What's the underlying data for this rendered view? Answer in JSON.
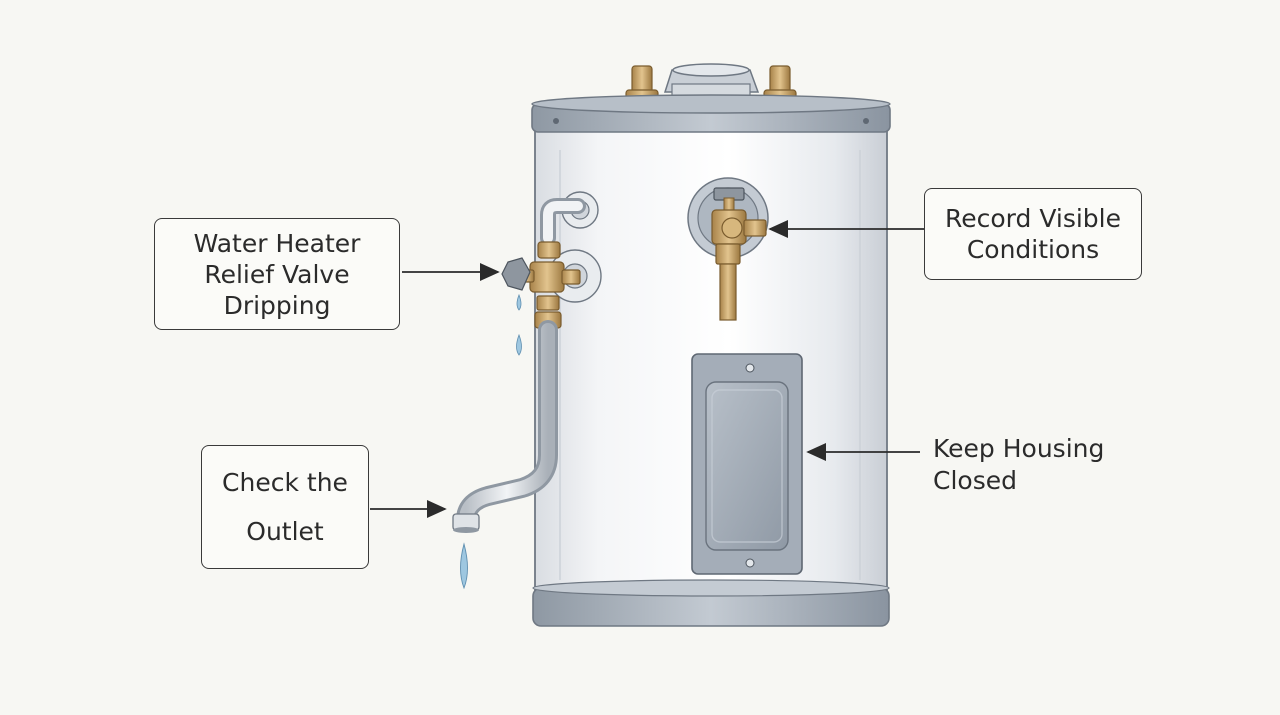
{
  "labels": {
    "relief_valve": [
      "Water Heater",
      "Relief Valve",
      "Dripping"
    ],
    "record_conditions": [
      "Record Visible",
      "Conditions"
    ],
    "check_outlet": [
      "Check the",
      "Outlet"
    ],
    "keep_housing": [
      "Keep Housing",
      "Closed"
    ]
  },
  "colors": {
    "background": "#f7f7f3",
    "tank_body": "#eef0f2",
    "tank_trim": "#9aa3ad",
    "brass": "#c9a46a",
    "ink": "#2b2b2b",
    "water": "#9ec7e0"
  }
}
